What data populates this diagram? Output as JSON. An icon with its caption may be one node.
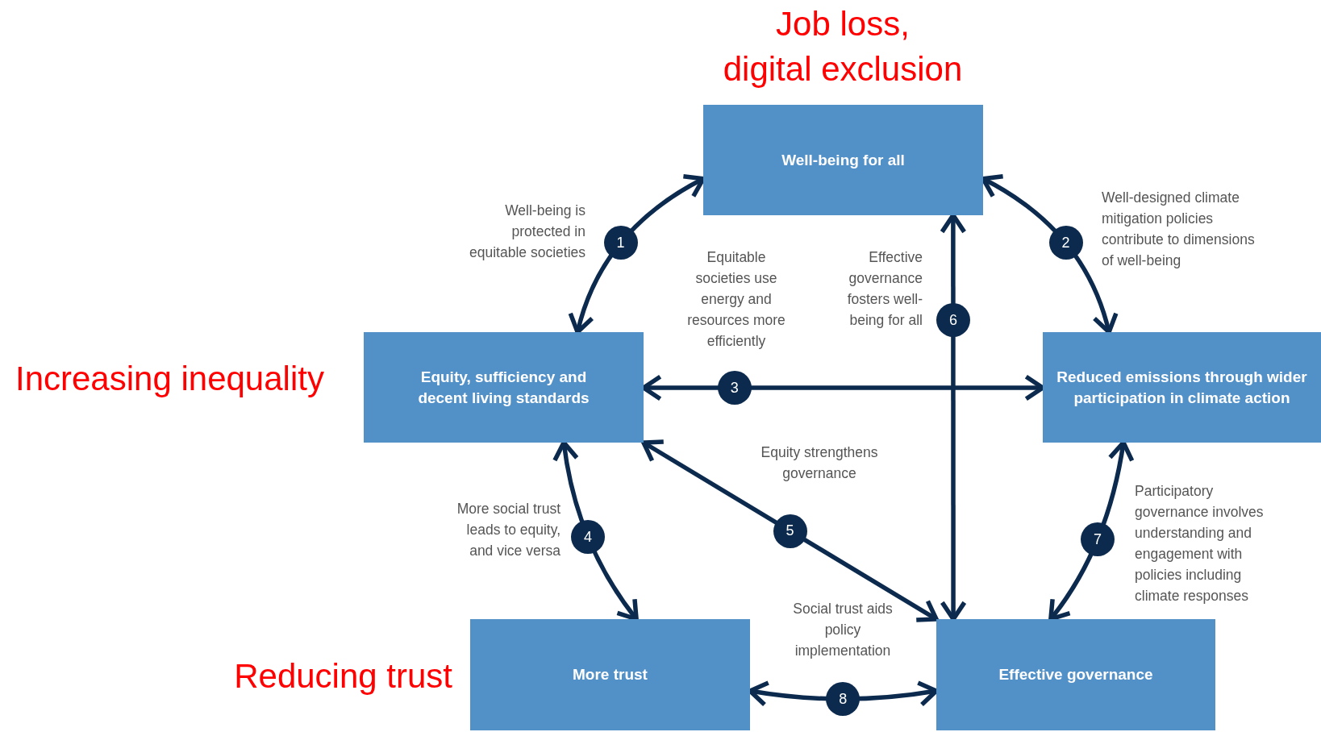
{
  "diagram": {
    "nodes": [
      {
        "text": [
          "Well-being for all"
        ],
        "beside": [
          "Job loss, digital exclusion"
        ]
      },
      {
        "text": [
          "Equity, sufficiency and decent living standards"
        ],
        "beside": [
          "Increasing inequality"
        ]
      },
      {
        "text": [
          "Reduced emissions through wider participation in climate action"
        ]
      },
      {
        "text": [
          "More trust"
        ],
        "beside": [
          "Reducing trust"
        ]
      },
      {
        "text": [
          "Effective governance"
        ]
      }
    ],
    "edges": [
      {
        "from": 0,
        "to": 1,
        "arrow": "both",
        "label": "1"
      },
      {
        "from": 0,
        "to": 2,
        "arrow": "both",
        "label": "2"
      },
      {
        "from": 1,
        "to": 2,
        "arrow": "both",
        "label": "3"
      },
      {
        "from": 1,
        "to": 3,
        "arrow": "both",
        "label": "4"
      },
      {
        "from": 1,
        "to": 4,
        "arrow": "both",
        "label": "5"
      },
      {
        "from": 0,
        "to": 4,
        "arrow": "both",
        "label": "6"
      },
      {
        "from": 2,
        "to": 4,
        "arrow": "both",
        "label": "7"
      },
      {
        "from": 3,
        "to": 4,
        "arrow": "both",
        "label": "8"
      }
    ],
    "labels": [
      "Well-being is protected in equitable societies",
      "Well-designed climate mitigation policies contribute to dimensions of well-being",
      "Equitable societies use energy and resources more efficiently",
      "Effective governance fosters well-being for all",
      "Equity strengthens governance",
      "More social trust leads to equity, and vice versa",
      "Participatory governance involves understanding and engagement with policies including climate responses",
      "Social trust aids policy implementation"
    ]
  }
}
